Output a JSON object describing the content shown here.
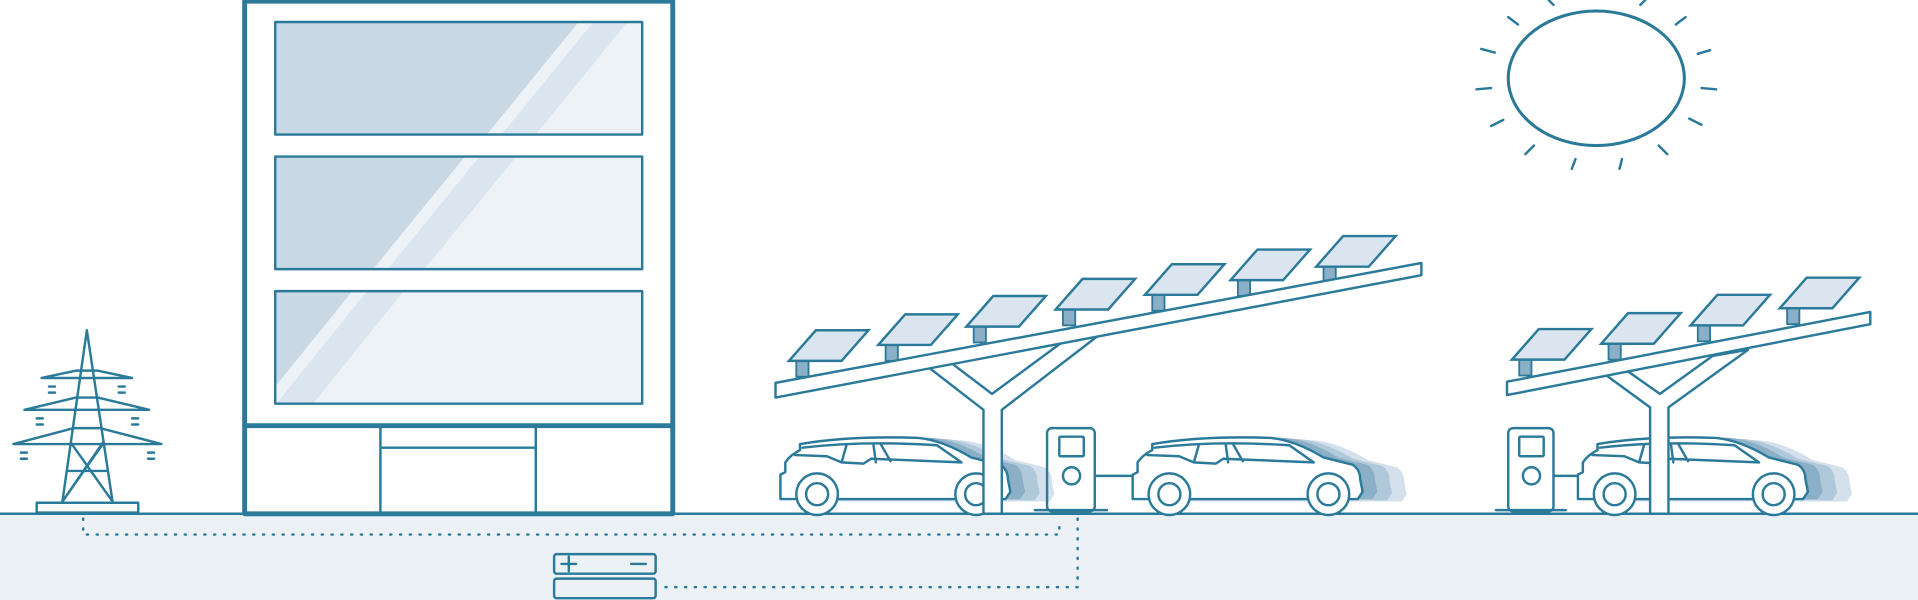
{
  "scene": {
    "description_label": "",
    "elements": [
      "power-pylon",
      "office-building",
      "battery-storage",
      "sun",
      "solar-carport",
      "ev-charger",
      "electric-car"
    ]
  },
  "colors": {
    "stroke": "#2b7a9a",
    "ground": "#ecf1f5",
    "window_glass": "#edf2f6",
    "window_reflection": "#c8d8e4",
    "panel": "#dbe5ef",
    "panel_post": "#8aafc6",
    "battery_top": "#d9edf3",
    "battery_bottom": "#a6d6e0",
    "car_trail": [
      "#8aafc6",
      "#b0c9da",
      "#d4e1ec"
    ]
  }
}
